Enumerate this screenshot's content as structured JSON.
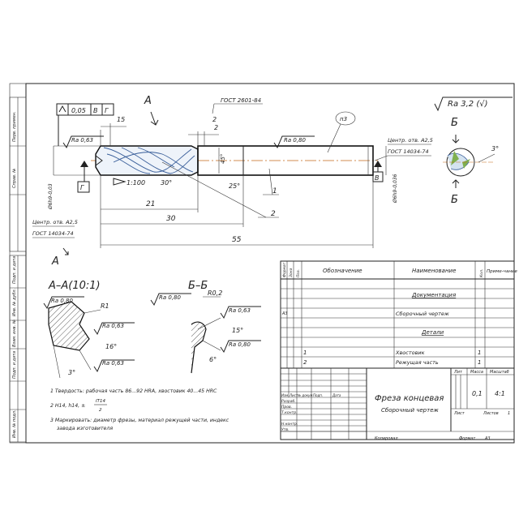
{
  "roughness_global": "Ra 3,2 (√)",
  "view_a_label": "А",
  "view_a_label2": "А",
  "section_bb_label": "Б",
  "section_bb_label2": "Б",
  "gost_2601": "ГОСТ 2601-84",
  "tolerance": {
    "value": "0,05",
    "base1": "В",
    "base2": "Г"
  },
  "ra_063": "Ra 0,63",
  "ra_080": "Ra 0,80",
  "center_hole_left": {
    "line1": "Центр. отв. А2,5",
    "line2": "ГОСТ 14034-74"
  },
  "center_hole_right": {
    "line1": "Центр. отв. А2,5",
    "line2": "ГОСТ 14034-74"
  },
  "marking_callout": "п3",
  "datum_v": "В",
  "datum_g": "Г",
  "dims": {
    "d15": "15",
    "d2": "2",
    "d45": "45°",
    "d30deg": "30°",
    "d25deg": "25°",
    "d1100": "1:100",
    "d21": "21",
    "d30": "30",
    "d55": "55",
    "dia_left": "Ø6h9-0,03",
    "dia_right": "Ø6h9-0,036",
    "item1": "1",
    "item2": "2",
    "angle3": "3°"
  },
  "section_aa": {
    "title": "А–А(10:1)",
    "ra080": "Ra 0,80",
    "r1": "R1",
    "ra063a": "Ra 0,63",
    "angle16": "16°",
    "ra063b": "Ra 0,63",
    "angle3": "3°"
  },
  "section_bb": {
    "title": "Б–Б",
    "ra080a": "Ra 0,80",
    "r02": "R0,2",
    "ra063": "Ra 0,63",
    "angle15": "15°",
    "ra080b": "Ra 0,80",
    "angle6": "6°"
  },
  "notes": [
    "1  Твердость: рабочая часть 86...92 HRA, хвостовик 40...45 HRC",
    "2  H14, h14, ±",
    "3  Маркировать: диаметр фрезы, материал режущей части, индекс завода изготовителя"
  ],
  "note2_fraction": {
    "top": "IT14",
    "bottom": "2"
  },
  "spec_table": {
    "headers": [
      "Формат",
      "Зона",
      "Поз.",
      "Обозначение",
      "Наименование",
      "Кол.",
      "Приме-чание"
    ],
    "section_docs": "Документация",
    "row_assembly": {
      "format": "А3",
      "name": "Сборочный чертеж"
    },
    "section_parts": "Детали",
    "rows": [
      {
        "pos": "1",
        "name": "Хвостовик",
        "qty": "1"
      },
      {
        "pos": "2",
        "name": "Режущая часть",
        "qty": "1"
      }
    ]
  },
  "title_block": {
    "name": "Фреза концевая",
    "subtitle": "Сборочный чертеж",
    "lit_label": "Лит",
    "mass_label": "Масса",
    "scale_label": "Масштаб",
    "mass_value": "0,1",
    "scale_value": "4:1",
    "sheet_label": "Лист",
    "sheets_label": "Листов",
    "sheets_value": "1",
    "row_labels": [
      "Изм.",
      "Лист",
      "№ докум.",
      "Подп.",
      "Дата"
    ],
    "roles": [
      "Разраб.",
      "Пров.",
      "Т.контр.",
      "",
      "Н.контр.",
      "Утв."
    ],
    "copied": "Копировал",
    "format": "Формат",
    "format_value": "А3"
  },
  "side_stamps": [
    "Перв. примен.",
    "Справ. №",
    "Подп. и дата",
    "Инв. № дубл.",
    "Взам. инв. №",
    "Подп. и дата",
    "Инв. № подл."
  ]
}
